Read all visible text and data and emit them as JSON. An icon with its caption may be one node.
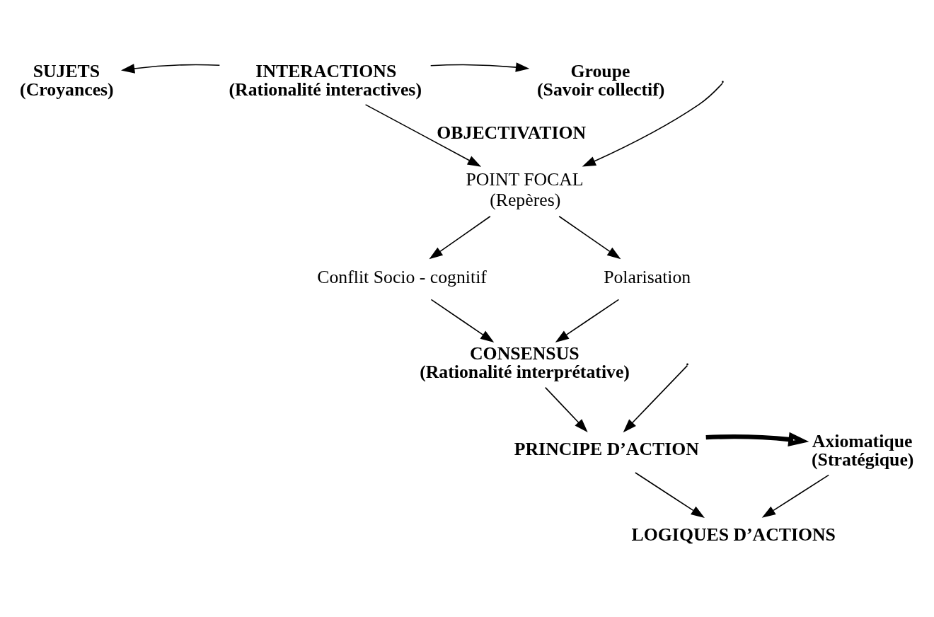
{
  "diagram": {
    "nodes": [
      {
        "text": [
          "SUJETS",
          "(Croyances)"
        ]
      },
      {
        "text": [
          "INTERACTIONS",
          "(Rationalité interactives)"
        ]
      },
      {
        "text": [
          "Groupe",
          "(Savoir collectif)"
        ]
      },
      {
        "text": [
          "POINT FOCAL",
          "(Repères)"
        ]
      },
      {
        "text": [
          "Conflit Socio - cognitif"
        ]
      },
      {
        "text": [
          "Polarisation"
        ]
      },
      {
        "text": [
          "CONSENSUS",
          "(Rationalité interprétative)"
        ]
      },
      {
        "text": [
          "PRINCIPE D’ACTION"
        ]
      },
      {
        "text": [
          "Axiomatique",
          "(Stratégique)"
        ]
      },
      {
        "text": [
          "LOGIQUES D’ACTIONS"
        ]
      }
    ],
    "edges": [
      {
        "from": 1,
        "to": 0,
        "arrow": "to"
      },
      {
        "from": 1,
        "to": 2,
        "arrow": "to"
      },
      {
        "from": 1,
        "to": 3,
        "arrow": "to",
        "label": "OBJECTIVATION"
      },
      {
        "from": 3,
        "to": 4,
        "arrow": "to"
      },
      {
        "from": 3,
        "to": 5,
        "arrow": "to"
      },
      {
        "from": 4,
        "to": 6,
        "arrow": "to"
      },
      {
        "from": 5,
        "to": 6,
        "arrow": "to"
      },
      {
        "from": 6,
        "to": 7,
        "arrow": "to"
      },
      {
        "from": null,
        "to": 3,
        "arrow": "to"
      },
      {
        "from": null,
        "to": 7,
        "arrow": "to"
      },
      {
        "from": 7,
        "to": 8,
        "arrow": "to",
        "style": "thick"
      },
      {
        "from": 8,
        "to": 9,
        "arrow": "to"
      },
      {
        "from": 7,
        "to": 9,
        "arrow": "to"
      }
    ]
  }
}
